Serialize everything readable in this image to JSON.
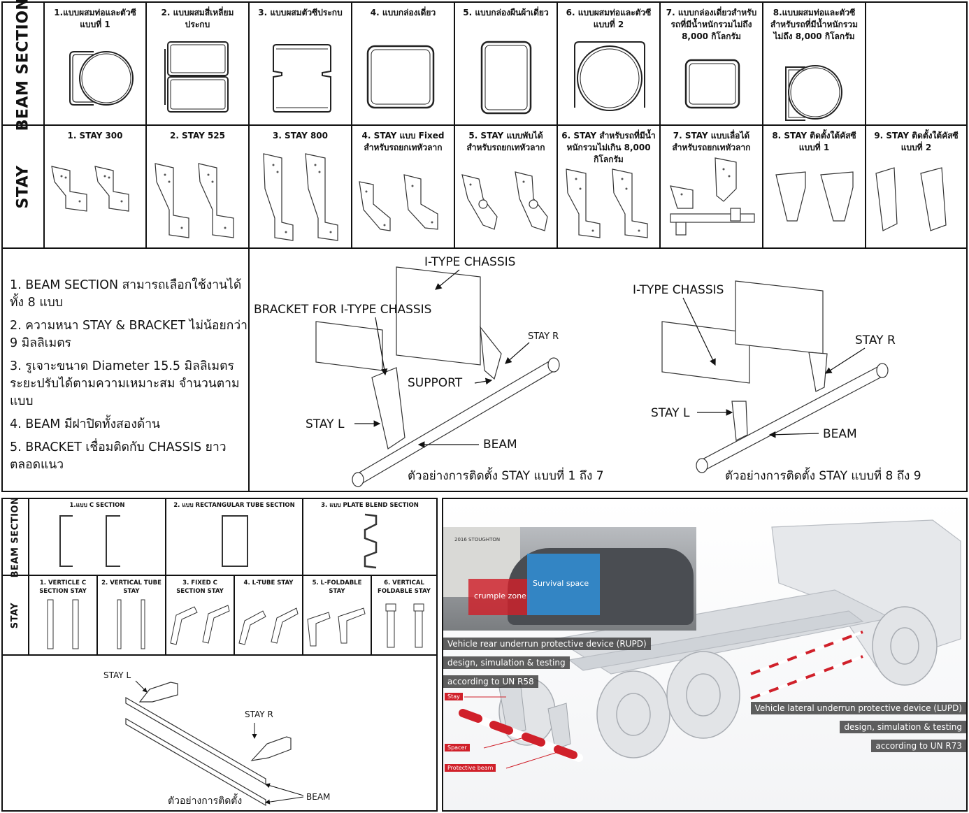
{
  "top": {
    "beam_label": "BEAM SECTION",
    "stay_label": "STAY",
    "beam_sections": [
      "1.แบบผสมท่อและตัวซี แบบที่ 1",
      "2. แบบผสมสี่เหลี่ยมประกบ",
      "3. แบบผสมตัวซีประกบ",
      "4. แบบกล่องเดี่ยว",
      "5. แบบกล่องผืนผ้าเดี่ยว",
      "6. แบบผสมท่อและตัวซี แบบที่ 2",
      "7. แบบกล่องเดี่ยวสำหรับรถที่มีน้ำหนักรวมไม่ถึง 8,000 กิโลกรัม",
      "8.แบบผสมท่อและตัวซี สำหรับรถที่มีน้ำหนักรวมไม่ถึง 8,000 กิโลกรัม"
    ],
    "stays": [
      "1. STAY 300",
      "2. STAY 525",
      "3. STAY 800",
      "4. STAY แบบ Fixed สำหรับรถยกเทหัวลาก",
      "5. STAY แบบพับได้ สำหรับรถยกเทหัวลาก",
      "6. STAY สำหรับรถที่มีน้ำหนักรวมไม่เกิน 8,000 กิโลกรัม",
      "7. STAY แบบเลื่อได้ สำหรับรถยกเทหัวลาก",
      "8. STAY ติดตั้งใต้คัสซี แบบที่ 1",
      "9. STAY ติดตั้งใต้คัสซี แบบที่ 2"
    ],
    "notes": [
      "1. BEAM SECTION สามารถเลือกใช้งานได้ทั้ง 8 แบบ",
      "2. ความหนา STAY & BRACKET ไม่น้อยกว่า 9 มิลลิเมตร",
      "3. รูเจาะขนาด Diameter 15.5 มิลลิเมตร ระยะปรับได้ตามความเหมาะสม จำนวนตามแบบ",
      "4. BEAM มีฝาปิดทั้งสองด้าน",
      "5. BRACKET เชื่อมติดกับ CHASSIS ยาวตลอดแนว"
    ],
    "diagram1": {
      "chassis": "I-TYPE CHASSIS",
      "bracket": "BRACKET FOR I-TYPE CHASSIS",
      "stay_r": "STAY R",
      "support": "SUPPORT",
      "stay_l": "STAY L",
      "beam": "BEAM",
      "caption": "ตัวอย่างการติดตั้ง STAY แบบที่ 1 ถึง 7"
    },
    "diagram2": {
      "chassis": "I-TYPE CHASSIS",
      "stay_r": "STAY R",
      "stay_l": "STAY L",
      "beam": "BEAM",
      "caption": "ตัวอย่างการติดตั้ง STAY แบบที่ 8 ถึง 9"
    }
  },
  "bottom_left": {
    "beam_label": "BEAM SECTION",
    "stay_label": "STAY",
    "beam_sections": [
      "1.แบบ C SECTION",
      "2. แบบ RECTANGULAR TUBE SECTION",
      "3. แบบ PLATE BLEND SECTION"
    ],
    "stays": [
      "1. VERTICLE C SECTION STAY",
      "2. VERTICAL TUBE STAY",
      "3. FIXED C SECTION STAY",
      "4. L-TUBE STAY",
      "5. L-FOLDABLE STAY",
      "6. VERTICAL FOLDABLE STAY"
    ],
    "diagram": {
      "stay_l": "STAY L",
      "stay_r": "STAY R",
      "beam": "BEAM",
      "caption": "ตัวอย่างการติดตั้ง"
    }
  },
  "render": {
    "inset": {
      "crumple": "crumple zone",
      "survival": "Survival space",
      "truck_sign": "2016 STOUGHTON"
    },
    "rupd": [
      "Vehicle rear underrun protective device (RUPD)",
      "design, simulation & testing",
      "according to UN R58"
    ],
    "lupd": [
      "Vehicle lateral underrun protective device (LUPD)",
      "design, simulation & testing",
      "according to UN R73"
    ],
    "tags": [
      "Stay",
      "Spacer",
      "Protective beam"
    ],
    "colors": {
      "red": "#d0202a",
      "blue": "#2f8fd8"
    }
  }
}
